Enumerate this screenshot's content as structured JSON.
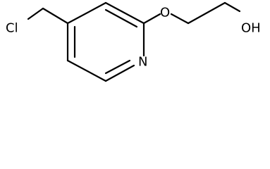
{
  "molecule": {
    "atoms": {
      "chlorine": "Cl",
      "ring_oxygen": "O",
      "nitrogen": "N",
      "hydroxyl": "OH"
    }
  }
}
